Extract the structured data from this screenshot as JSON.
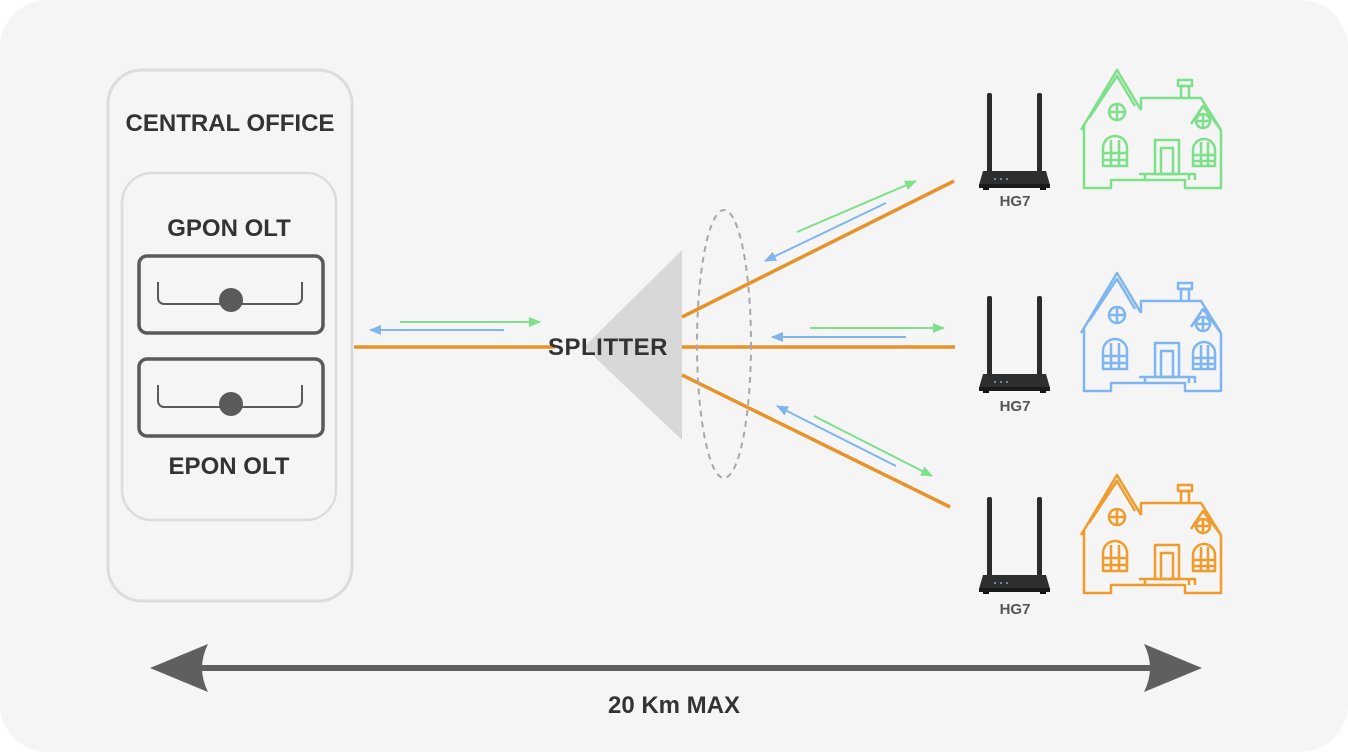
{
  "central_office": {
    "title": "CENTRAL OFFICE",
    "gpon_label": "GPON OLT",
    "epon_label": "EPON OLT"
  },
  "splitter": {
    "label": "SPLITTER"
  },
  "subscribers": [
    {
      "device_label": "HG7",
      "house_color": "#7ee08a"
    },
    {
      "device_label": "HG7",
      "house_color": "#7fb6ef"
    },
    {
      "device_label": "HG7",
      "house_color": "#ef9c2c"
    }
  ],
  "distance": {
    "label": "20 Km MAX"
  },
  "colors": {
    "fiber": "#e8922a",
    "downstream_arrow": "#7ee08a",
    "upstream_arrow": "#7fb6ef",
    "splitter": "#d8d8d8",
    "olt_border": "#5a5a5a"
  }
}
